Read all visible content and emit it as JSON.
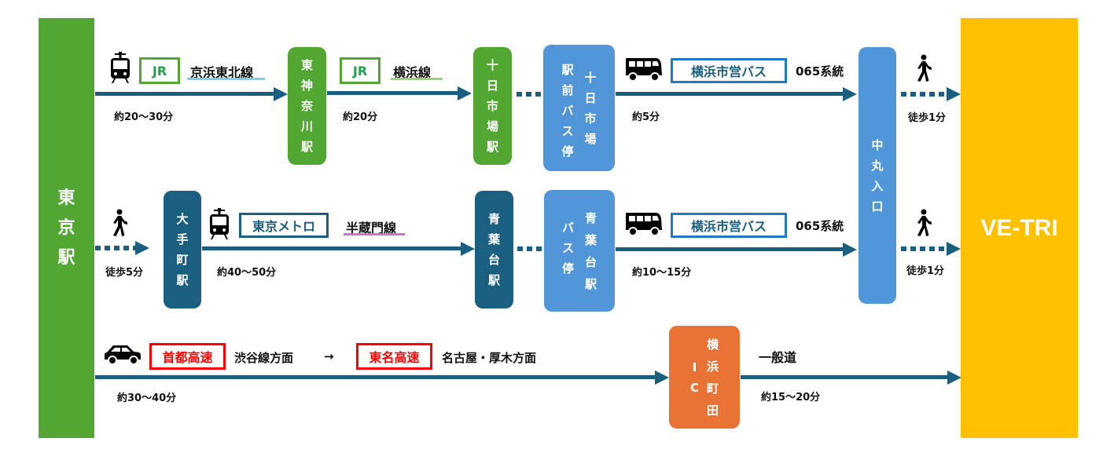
{
  "origin": {
    "label": "東京駅",
    "chars": [
      "東",
      "京",
      "駅"
    ],
    "color": "#52a733"
  },
  "destination": {
    "label": "VE-TRI",
    "color": "#ffc000"
  },
  "colors": {
    "arrow": "#1a5f80",
    "jr_green": "#52a733",
    "bus_blue": "#5096d8",
    "metro_navy": "#1a5f80",
    "ic_orange": "#e97235",
    "highway_red": "#ff0000",
    "keihin_tohoku_line": "#7ccff2",
    "yokohama_line": "#9bd37a",
    "hanzomon_line": "#d96ed1"
  },
  "routes": [
    {
      "id": "route-jr",
      "segments": [
        {
          "mode": "train-icon",
          "operator": "JR",
          "line": "京浜東北線",
          "time": "約20〜30分"
        },
        {
          "stop": {
            "chars": [
              "東",
              "神",
              "奈",
              "川",
              "駅"
            ]
          }
        },
        {
          "mode": "none",
          "operator": "JR",
          "line": "横浜線",
          "time": "約20分"
        },
        {
          "stop": {
            "chars": [
              "十",
              "日",
              "市",
              "場",
              "駅"
            ]
          }
        },
        {
          "transfer": "dotted"
        },
        {
          "bus_stop": {
            "col1": [
              "駅",
              "前",
              "バ",
              "ス",
              "停"
            ],
            "col2": [
              "十",
              "日",
              "市",
              "場"
            ]
          }
        },
        {
          "mode": "bus-icon",
          "operator": "横浜市営バス",
          "route_no": "065系統",
          "time": "約5分"
        },
        {
          "stop": {
            "chars": [
              "中",
              "丸",
              "入",
              "口"
            ]
          }
        },
        {
          "mode": "walk-icon",
          "time": "徒歩1分"
        }
      ]
    },
    {
      "id": "route-metro",
      "segments": [
        {
          "mode": "walk-icon",
          "time": "徒歩5分"
        },
        {
          "stop": {
            "chars": [
              "大",
              "手",
              "町",
              "駅"
            ]
          }
        },
        {
          "mode": "train-icon",
          "operator": "東京メトロ",
          "line": "半蔵門線",
          "time": "約40〜50分"
        },
        {
          "stop": {
            "chars": [
              "青",
              "葉",
              "台",
              "駅"
            ]
          }
        },
        {
          "transfer": "dotted"
        },
        {
          "bus_stop": {
            "col1": [
              "バ",
              "ス",
              "停"
            ],
            "col2": [
              "青",
              "葉",
              "台",
              "駅"
            ]
          }
        },
        {
          "mode": "bus-icon",
          "operator": "横浜市営バス",
          "route_no": "065系統",
          "time": "約10〜15分"
        },
        {
          "mode": "walk-icon",
          "time": "徒歩1分"
        }
      ]
    },
    {
      "id": "route-car",
      "segments": [
        {
          "mode": "car-icon",
          "highway1": "首都高速",
          "direction1": "渋谷線方面",
          "connector": "→",
          "highway2": "東名高速",
          "direction2": "名古屋・厚木方面",
          "time": "約30〜40分"
        },
        {
          "stop": {
            "col1": [
              "I",
              "C"
            ],
            "col2": [
              "横",
              "浜",
              "町",
              "田"
            ]
          }
        },
        {
          "mode": "none",
          "road": "一般道",
          "time": "約15〜20分"
        }
      ]
    }
  ]
}
